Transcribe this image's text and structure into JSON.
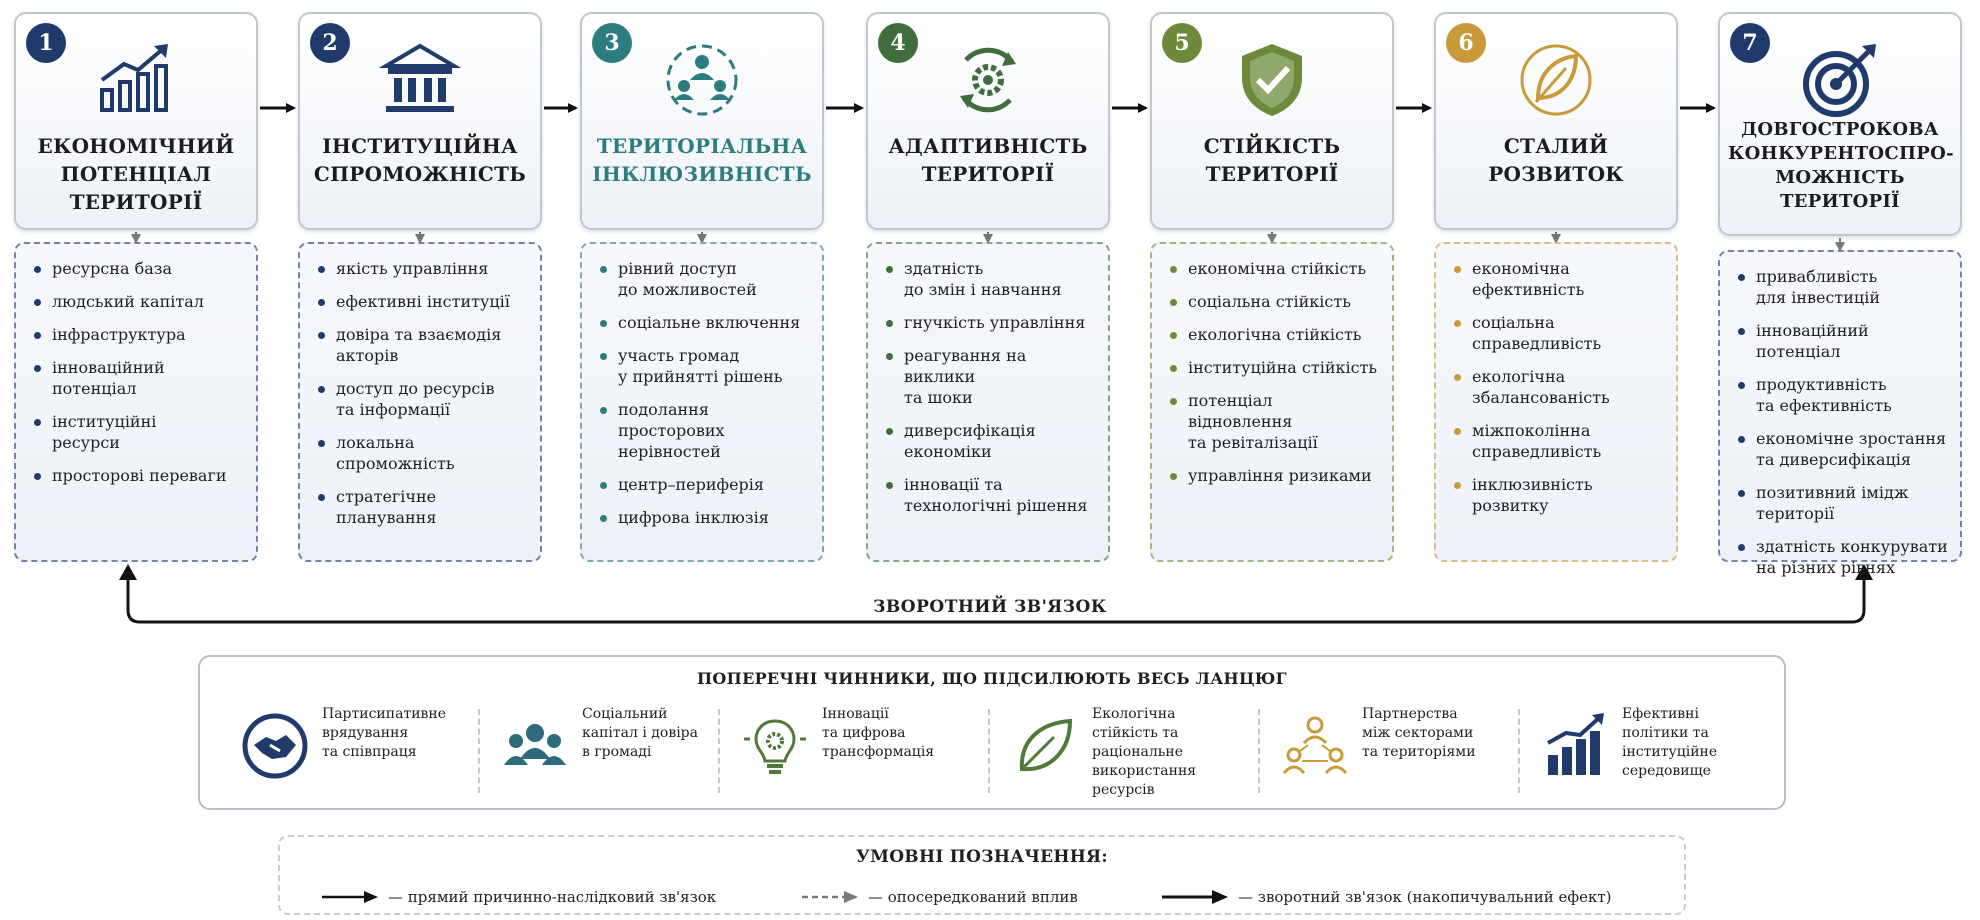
{
  "stages": [
    {
      "number": "1",
      "title": "ЕКОНОМІЧНИЙ\nПОТЕНЦІАЛ\nТЕРИТОРІЇ",
      "icon": "growth-chart-icon",
      "accent": "#1f3a6b",
      "title_color": "#1c1c1c",
      "items": [
        "ресурсна база",
        "людський капітал",
        "інфраструктура",
        "інноваційний\nпотенціал",
        "інституційні\nресурси",
        "просторові переваги"
      ]
    },
    {
      "number": "2",
      "title": "ІНСТИТУЦІЙНА\nСПРОМОЖНІСТЬ",
      "icon": "institution-building-icon",
      "accent": "#1f3a6b",
      "title_color": "#1c1c1c",
      "items": [
        "якість управління",
        "ефективні інституції",
        "довіра та взаємодія\nакторів",
        "доступ до ресурсів\nта інформації",
        "локальна\nспроможність",
        "стратегічне\nпланування"
      ]
    },
    {
      "number": "3",
      "title": "ТЕРИТОРІАЛЬНА\nІНКЛЮЗИВНІСТЬ",
      "icon": "people-network-icon",
      "accent": "#2d7c80",
      "title_color": "#2d7c80",
      "items": [
        "рівний доступ\nдо можливостей",
        "соціальне включення",
        "участь громад\nу прийнятті рішень",
        "подолання\nпросторових\nнерівностей",
        "центр–периферія",
        "цифрова інклюзія"
      ]
    },
    {
      "number": "4",
      "title": "АДАПТИВНІСТЬ\nТЕРИТОРІЇ",
      "icon": "adaptive-gear-cycle-icon",
      "accent": "#3f6e3c",
      "title_color": "#1c1c1c",
      "items": [
        "здатність\nдо змін і навчання",
        "гнучкість управління",
        "реагування на виклики\nта шоки",
        "диверсифікація\nекономіки",
        "інновації та\nтехнологічні рішення"
      ]
    },
    {
      "number": "5",
      "title": "СТІЙКІСТЬ\nТЕРИТОРІЇ",
      "icon": "shield-check-icon",
      "accent": "#6d8a3a",
      "title_color": "#1c1c1c",
      "items": [
        "економічна стійкість",
        "соціальна стійкість",
        "екологічна стійкість",
        "інституційна стійкість",
        "потенціал відновлення\nта ревіталізації",
        "управління ризиками"
      ]
    },
    {
      "number": "6",
      "title": "СТАЛИЙ\nРОЗВИТОК",
      "icon": "leaf-circle-icon",
      "accent": "#c99a3a",
      "title_color": "#1c1c1c",
      "items": [
        "економічна\nефективність",
        "соціальна\nсправедливість",
        "екологічна\nзбалансованість",
        "міжпоколінна\nсправедливість",
        "інклюзивність\nрозвитку"
      ]
    },
    {
      "number": "7",
      "title": "ДОВГОСТРОКОВА\nКОНКУРЕНТОСПРО-\nМОЖНІСТЬ\nТЕРИТОРІЇ",
      "icon": "target-arrow-icon",
      "accent": "#1f3a6b",
      "title_color": "#1c1c1c",
      "items": [
        "привабливість\nдля інвестицій",
        "інноваційний потенціал",
        "продуктивність\nта ефективність",
        "економічне зростання\nта диверсифікація",
        "позитивний імідж\nтериторії",
        "здатність конкурувати\nна різних рівнях"
      ]
    }
  ],
  "feedback_label": "ЗВОРОТНИЙ ЗВ'ЯЗОК",
  "cross_factors": {
    "title": "ПОПЕРЕЧНІ ЧИННИКИ, ЩО ПІДСИЛЮЮТЬ ВЕСЬ ЛАНЦЮГ",
    "items": [
      {
        "text": "Партисипативне\nврядування\nта співпраця",
        "icon": "handshake-icon",
        "color": "#1f3a6b"
      },
      {
        "text": "Соціальний\nкапітал і довіра\nв громаді",
        "icon": "community-people-icon",
        "color": "#2d6a7a"
      },
      {
        "text": "Інновації\nта цифрова\nтрансформація",
        "icon": "lightbulb-gear-icon",
        "color": "#4f7a3a"
      },
      {
        "text": "Екологічна\nстійкість та\nраціональне\nвикористання\nресурсів",
        "icon": "leaf-icon",
        "color": "#4f7a3a"
      },
      {
        "text": "Партнерства\nміж секторами\nта територіями",
        "icon": "partnership-network-icon",
        "color": "#c99a3a"
      },
      {
        "text": "Ефективні\nполітики та\nінституційне\nсередовище",
        "icon": "bar-chart-growth-icon",
        "color": "#1f3a6b"
      }
    ]
  },
  "legend": {
    "title": "УМОВНІ ПОЗНАЧЕННЯ:",
    "items": [
      {
        "text": "— прямий причинно-наслідковий зв'язок",
        "style": "solid"
      },
      {
        "text": "— опосередкований вплив",
        "style": "dashed"
      },
      {
        "text": "— зворотний зв'язок (накопичувальний ефект)",
        "style": "solid-thick"
      }
    ]
  }
}
